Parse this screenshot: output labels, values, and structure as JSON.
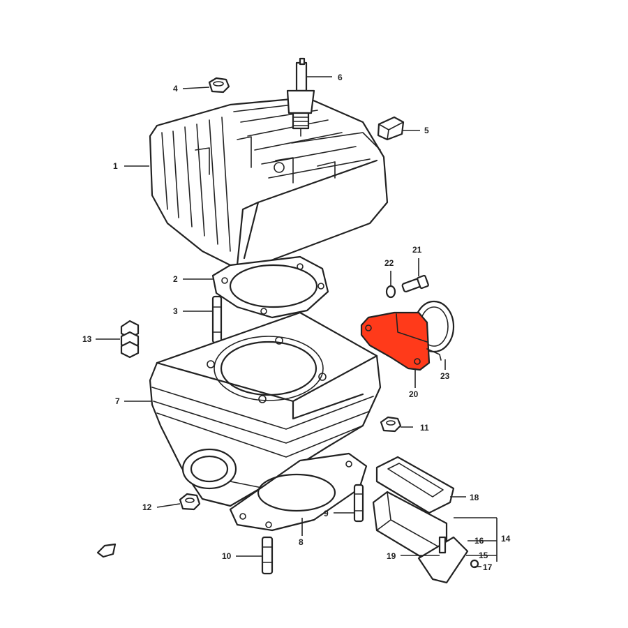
{
  "parts": [
    {
      "id": "1"
    },
    {
      "id": "2"
    },
    {
      "id": "3"
    },
    {
      "id": "4"
    },
    {
      "id": "5"
    },
    {
      "id": "6"
    },
    {
      "id": "7"
    },
    {
      "id": "8"
    },
    {
      "id": "9"
    },
    {
      "id": "10"
    },
    {
      "id": "11"
    },
    {
      "id": "12"
    },
    {
      "id": "13"
    },
    {
      "id": "14"
    },
    {
      "id": "15"
    },
    {
      "id": "16"
    },
    {
      "id": "17"
    },
    {
      "id": "18"
    },
    {
      "id": "19"
    },
    {
      "id": "20"
    },
    {
      "id": "21"
    },
    {
      "id": "22"
    },
    {
      "id": "23"
    }
  ],
  "highlight": {
    "part_id": "20",
    "color": "#ff3a1a"
  },
  "colors": {
    "line": "#222222",
    "background": "#ffffff"
  }
}
